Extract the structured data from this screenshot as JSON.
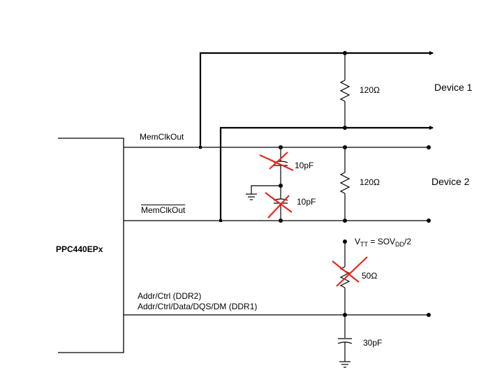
{
  "diagram": {
    "chip_label": "PPC440EPx",
    "signals": {
      "clk": "MemClkOut",
      "clk_n": "MemClkOut",
      "addr_ddr2": "Addr/Ctrl (DDR2)",
      "addr_ddr1": "Addr/Ctrl/Data/DQS/DM (DDR1)"
    },
    "devices": {
      "device1": "Device 1",
      "device2": "Device 2"
    },
    "components": {
      "r_device1": "120Ω",
      "r_device2": "120Ω",
      "c_top": "10pF",
      "c_bottom": "10pF",
      "r_term": "50Ω",
      "c_load": "30pF"
    },
    "vtt": {
      "v": "V",
      "tt": "TT",
      "eq": " = SOV",
      "dd": "DD",
      "div": "/2"
    },
    "colors": {
      "wire": "#000000",
      "cross_out": "#e8271c"
    }
  }
}
